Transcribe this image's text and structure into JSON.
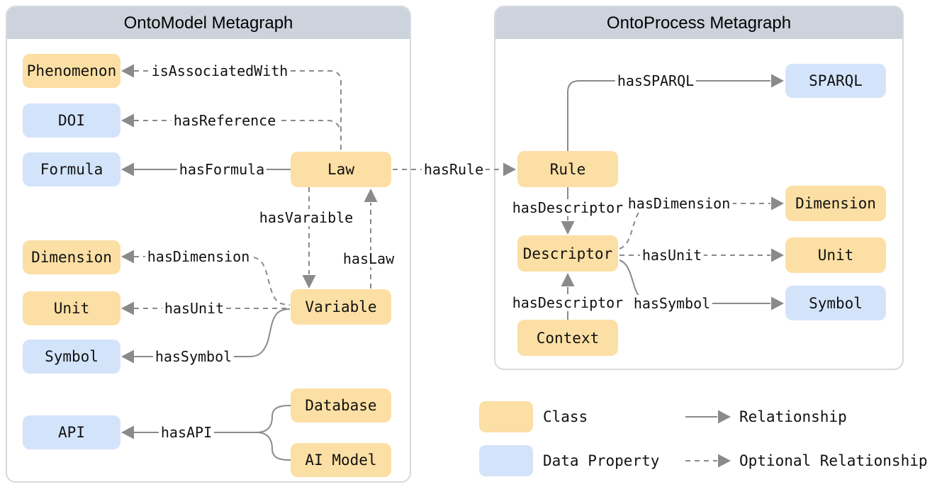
{
  "left_panel": {
    "title": "OntoModel Metagraph",
    "nodes": {
      "phenomenon": "Phenomenon",
      "doi": "DOI",
      "formula": "Formula",
      "law": "Law",
      "dimension": "Dimension",
      "unit": "Unit",
      "symbol": "Symbol",
      "variable": "Variable",
      "api": "API",
      "database": "Database",
      "ai_model": "AI Model"
    },
    "edges": {
      "is_associated_with": "isAssociatedWith",
      "has_reference": "hasReference",
      "has_formula": "hasFormula",
      "has_varaible": "hasVaraible",
      "has_law": "hasLaw",
      "has_dimension": "hasDimension",
      "has_unit": "hasUnit",
      "has_symbol": "hasSymbol",
      "has_api": "hasAPI"
    }
  },
  "cross_panel": {
    "has_rule": "hasRule"
  },
  "right_panel": {
    "title": "OntoProcess Metagraph",
    "nodes": {
      "rule": "Rule",
      "sparql": "SPARQL",
      "descriptor": "Descriptor",
      "context": "Context",
      "dimension": "Dimension",
      "unit": "Unit",
      "symbol": "Symbol"
    },
    "edges": {
      "has_sparql": "hasSPARQL",
      "has_descriptor_rule": "hasDescriptor",
      "has_descriptor_context": "hasDescriptor",
      "has_dimension": "hasDimension",
      "has_unit": "hasUnit",
      "has_symbol": "hasSymbol"
    }
  },
  "legend": {
    "class_label": "Class",
    "data_property_label": "Data Property",
    "relationship_label": "Relationship",
    "optional_relationship_label": "Optional Relationship"
  },
  "colors": {
    "class_fill": "#fcdfa4",
    "data_property_fill": "#d3e4fa",
    "panel_header_fill": "#cdd3dc",
    "edge_gray": "#8a8a8a"
  }
}
